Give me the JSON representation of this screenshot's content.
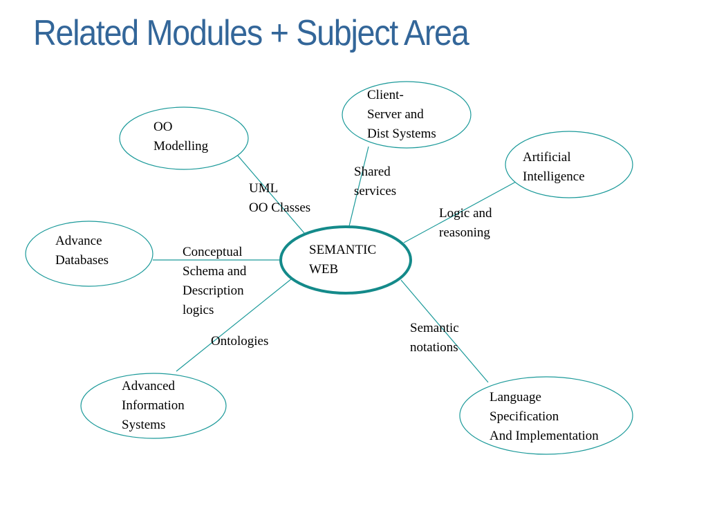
{
  "title": "Related Modules + Subject Area",
  "colors": {
    "title": "#336699",
    "node_stroke": "#1a9999",
    "center_stroke": "#148a8a",
    "connector": "#1a9999",
    "text": "#000000"
  },
  "center": {
    "lines": [
      "SEMANTIC",
      "WEB"
    ]
  },
  "nodes": [
    {
      "id": "oo-modelling",
      "lines": [
        "OO",
        "Modelling"
      ]
    },
    {
      "id": "client-server",
      "lines": [
        "Client-",
        "Server and",
        "Dist Systems"
      ]
    },
    {
      "id": "artificial-intelligence",
      "lines": [
        "Artificial",
        "Intelligence"
      ]
    },
    {
      "id": "advance-databases",
      "lines": [
        "Advance",
        "Databases"
      ]
    },
    {
      "id": "advanced-information-systems",
      "lines": [
        "Advanced",
        "Information",
        "Systems"
      ]
    },
    {
      "id": "language-specification",
      "lines": [
        "Language",
        "Specification",
        "And Implementation"
      ]
    }
  ],
  "links": [
    {
      "id": "uml",
      "lines": [
        "UML",
        "OO Classes"
      ]
    },
    {
      "id": "shared-services",
      "lines": [
        "Shared",
        "services"
      ]
    },
    {
      "id": "logic-reasoning",
      "lines": [
        "Logic and",
        "reasoning"
      ]
    },
    {
      "id": "conceptual-schema",
      "lines": [
        "Conceptual",
        "Schema and",
        "Description",
        "logics"
      ]
    },
    {
      "id": "ontologies",
      "lines": [
        "Ontologies"
      ]
    },
    {
      "id": "semantic-notations",
      "lines": [
        "Semantic",
        "notations"
      ]
    }
  ]
}
